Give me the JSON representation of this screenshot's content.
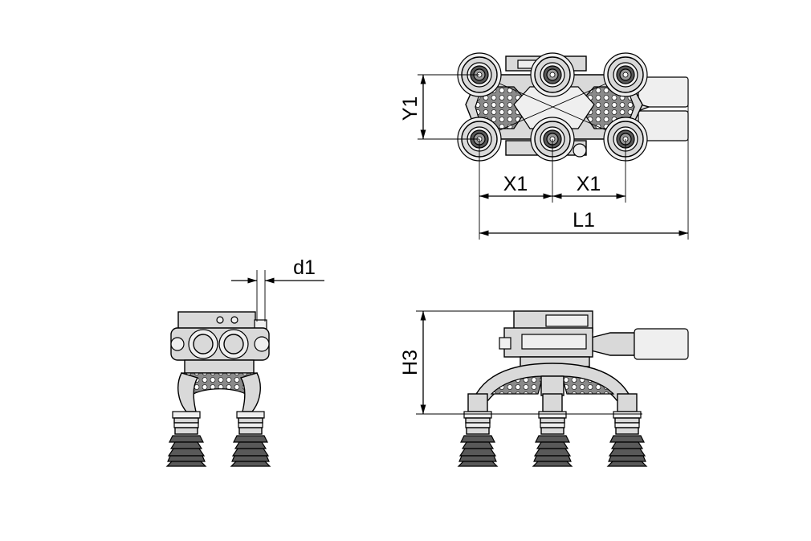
{
  "dimensions": {
    "y1": "Y1",
    "x1_left": "X1",
    "x1_right": "X1",
    "l1": "L1",
    "d1": "d1",
    "h3": "H3"
  },
  "colors": {
    "line": "#000000",
    "body": "#d9d9d9",
    "dark": "#595959",
    "light": "#efefef"
  }
}
